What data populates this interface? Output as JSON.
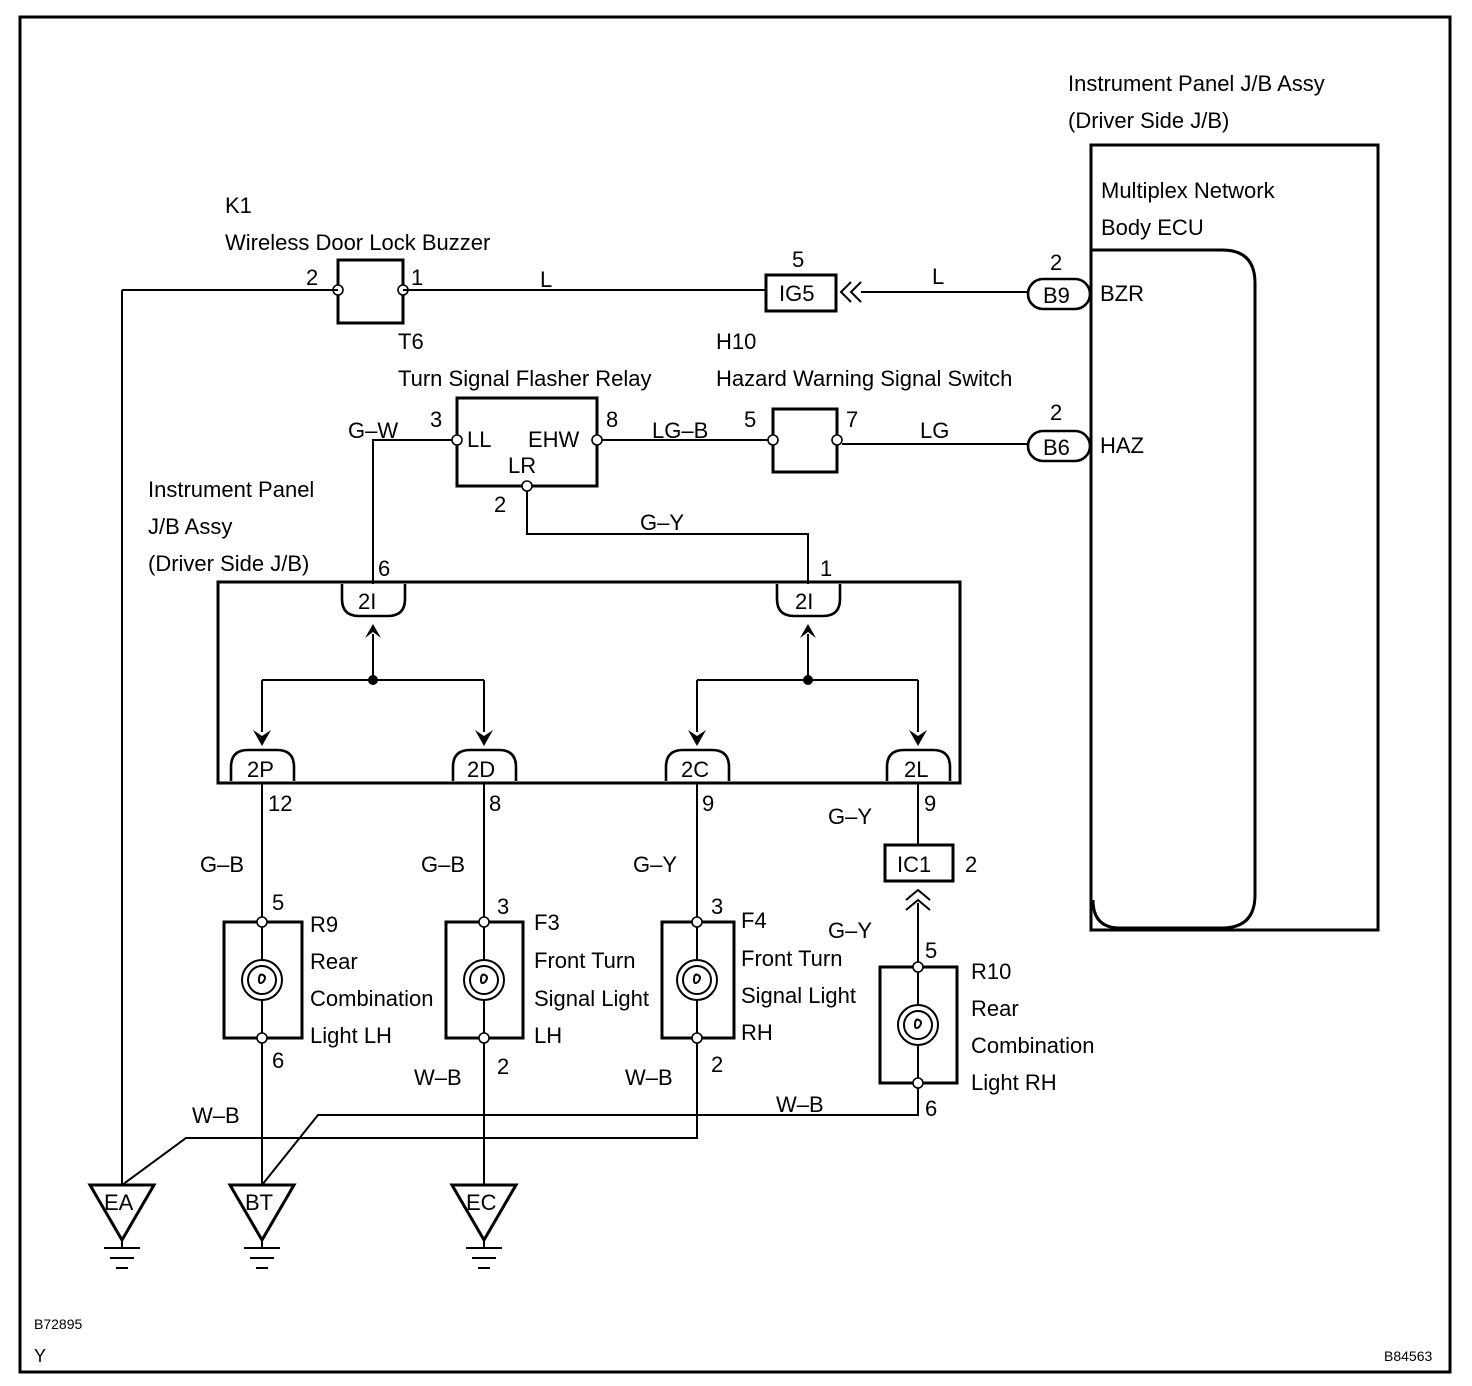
{
  "components": {
    "k1": {
      "code": "K1",
      "name": "Wireless Door Lock Buzzer",
      "pin_left": "2",
      "pin_right": "1"
    },
    "t6": {
      "code": "T6",
      "name": "Turn Signal Flasher Relay",
      "pin_ll_num": "3",
      "pin_ll": "LL",
      "pin_ehw": "EHW",
      "pin_ehw_num": "8",
      "pin_lr": "LR",
      "pin_lr_num": "2"
    },
    "h10": {
      "code": "H10",
      "name": "Hazard Warning Signal Switch",
      "pin_left": "5",
      "pin_right": "7"
    },
    "ecu_jb": {
      "line1": "Instrument Panel J/B Assy",
      "line2": "(Driver Side J/B)",
      "ecu_line1": "Multiplex Network",
      "ecu_line2": "Body ECU",
      "bzr": "BZR",
      "haz": "HAZ"
    },
    "jb_left": {
      "line1": "Instrument Panel",
      "line2": "J/B Assy",
      "line3": "(Driver Side J/B)"
    },
    "r9": {
      "code": "R9",
      "line1": "Rear",
      "line2": "Combination",
      "line3": "Light LH",
      "pin_top": "5",
      "pin_bottom": "6"
    },
    "f3": {
      "code": "F3",
      "line1": "Front Turn",
      "line2": "Signal Light",
      "line3": "LH",
      "pin_top": "3",
      "pin_bottom": "2"
    },
    "f4": {
      "code": "F4",
      "line1": "Front Turn",
      "line2": "Signal Light",
      "line3": "RH",
      "pin_top": "3",
      "pin_bottom": "2"
    },
    "r10": {
      "code": "R10",
      "line1": "Rear",
      "line2": "Combination",
      "line3": "Light RH",
      "pin_top": "5",
      "pin_bottom": "6"
    }
  },
  "connectors": {
    "ig5": {
      "label": "IG5",
      "pin": "5"
    },
    "b9": {
      "label": "B9",
      "pin": "2"
    },
    "b6": {
      "label": "B6",
      "pin": "2"
    },
    "c2i_left": {
      "label": "2I",
      "pin": "6"
    },
    "c2i_right": {
      "label": "2I",
      "pin": "1"
    },
    "c2p": {
      "label": "2P",
      "pin": "12"
    },
    "c2d": {
      "label": "2D",
      "pin": "8"
    },
    "c2c": {
      "label": "2C",
      "pin": "9"
    },
    "c2l": {
      "label": "2L",
      "pin": "9"
    },
    "ic1": {
      "label": "IC1",
      "pin": "2"
    }
  },
  "wires": {
    "l_left": "L",
    "l_right": "L",
    "gw": "G–W",
    "lgb": "LG–B",
    "lg": "LG",
    "gy_top": "G–Y",
    "gb_2p": "G–B",
    "gb_2d": "G–B",
    "gy_2c": "G–Y",
    "gy_2l": "G–Y",
    "gy_ic1": "G–Y",
    "wb_r9": "W–B",
    "wb_f3": "W–B",
    "wb_f4": "W–B",
    "wb_r10": "W–B"
  },
  "grounds": {
    "ea": "EA",
    "bt": "BT",
    "ec": "EC"
  },
  "figure_codes": {
    "left": "B72895",
    "left_sub": "Y",
    "right": "B84563"
  }
}
